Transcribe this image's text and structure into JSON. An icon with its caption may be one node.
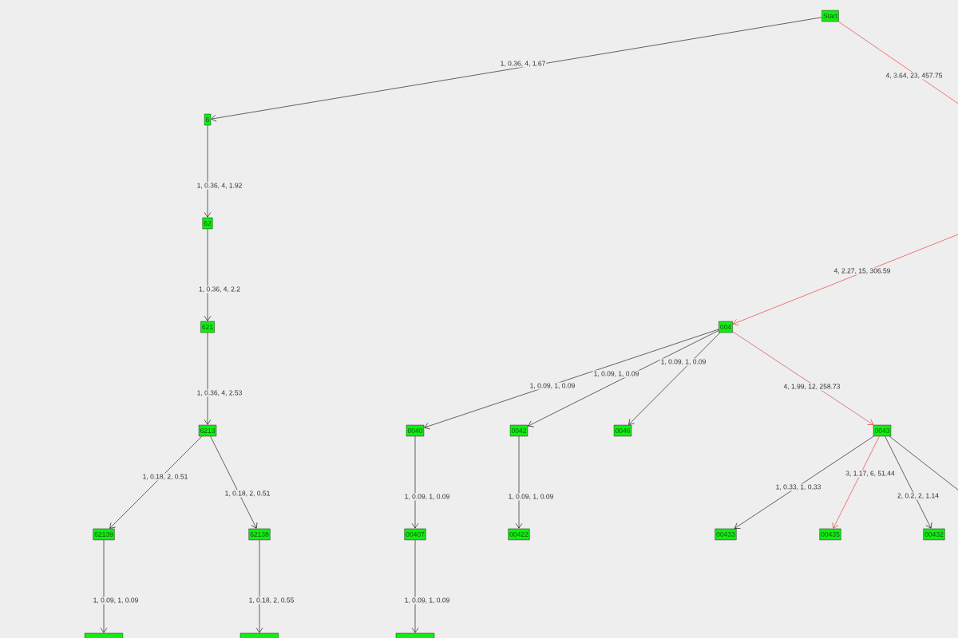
{
  "diagram": {
    "nodes": [
      {
        "text": [
          "Start"
        ]
      },
      {
        "text": [
          "6"
        ]
      },
      {
        "text": [
          "62"
        ]
      },
      {
        "text": [
          "621"
        ]
      },
      {
        "text": [
          "6213"
        ]
      },
      {
        "text": [
          "62139"
        ]
      },
      {
        "text": [
          "62138"
        ]
      },
      {
        "text": [],
        "shape": "box"
      },
      {
        "text": [],
        "shape": "box"
      },
      {
        "text": [
          "0040"
        ]
      },
      {
        "text": [
          "0042"
        ]
      },
      {
        "text": [
          "0046"
        ]
      },
      {
        "text": [
          "00407"
        ]
      },
      {
        "text": [],
        "shape": "box"
      },
      {
        "text": [
          "00422"
        ]
      },
      {
        "text": [
          "004"
        ]
      },
      {
        "text": [
          "0043"
        ]
      },
      {
        "text": [
          "00433"
        ]
      },
      {
        "text": [
          "00435"
        ]
      },
      {
        "text": [
          "00432"
        ]
      }
    ],
    "edges": [
      {
        "from": 0,
        "to": 1,
        "arrow": "to",
        "label": "1, 0.36, 4, 1.67"
      },
      {
        "from": 1,
        "to": 2,
        "arrow": "to",
        "label": "1, 0.36, 4, 1.92"
      },
      {
        "from": 2,
        "to": 3,
        "arrow": "to",
        "label": "1, 0.36, 4, 2.2"
      },
      {
        "from": 3,
        "to": 4,
        "arrow": "to",
        "label": "1, 0.36, 4, 2.53"
      },
      {
        "from": 4,
        "to": 5,
        "arrow": "to",
        "label": "1, 0.18, 2, 0.51"
      },
      {
        "from": 4,
        "to": 6,
        "arrow": "to",
        "label": "1, 0.18, 2, 0.51"
      },
      {
        "from": 5,
        "to": 7,
        "arrow": "to",
        "label": "1, 0.09, 1, 0.09"
      },
      {
        "from": 6,
        "to": 8,
        "arrow": "to",
        "label": "1, 0.18, 2, 0.55"
      },
      {
        "from": 0,
        "to": null,
        "arrow": "none",
        "label": "4, 3.64, 23, 457.75",
        "color": "#ee2222"
      },
      {
        "from": null,
        "to": 15,
        "arrow": "to",
        "label": "4, 2.27, 15, 306.59",
        "color": "#ee2222"
      },
      {
        "from": 15,
        "to": 9,
        "arrow": "to",
        "label": "1, 0.09, 1, 0.09"
      },
      {
        "from": 15,
        "to": 10,
        "arrow": "to",
        "label": "1, 0.09, 1, 0.09"
      },
      {
        "from": 15,
        "to": 11,
        "arrow": "to",
        "label": "1, 0.09, 1, 0.09"
      },
      {
        "from": 15,
        "to": 16,
        "arrow": "to",
        "label": "4, 1.99, 12, 258.73",
        "color": "#ee2222"
      },
      {
        "from": 9,
        "to": 12,
        "arrow": "to",
        "label": "1, 0.09, 1, 0.09"
      },
      {
        "from": 10,
        "to": 14,
        "arrow": "to",
        "label": "1, 0.09, 1, 0.09"
      },
      {
        "from": 12,
        "to": 13,
        "arrow": "to",
        "label": "1, 0.09, 1, 0.09"
      },
      {
        "from": 16,
        "to": 17,
        "arrow": "to",
        "label": "1, 0.33, 1, 0.33"
      },
      {
        "from": 16,
        "to": 18,
        "arrow": "to",
        "label": "3, 1.17, 6, 51.44",
        "color": "#ee2222"
      },
      {
        "from": 16,
        "to": 19,
        "arrow": "to",
        "label": "2, 0.2, 2, 1.14"
      },
      {
        "from": 16,
        "to": null,
        "arrow": "none"
      }
    ]
  }
}
